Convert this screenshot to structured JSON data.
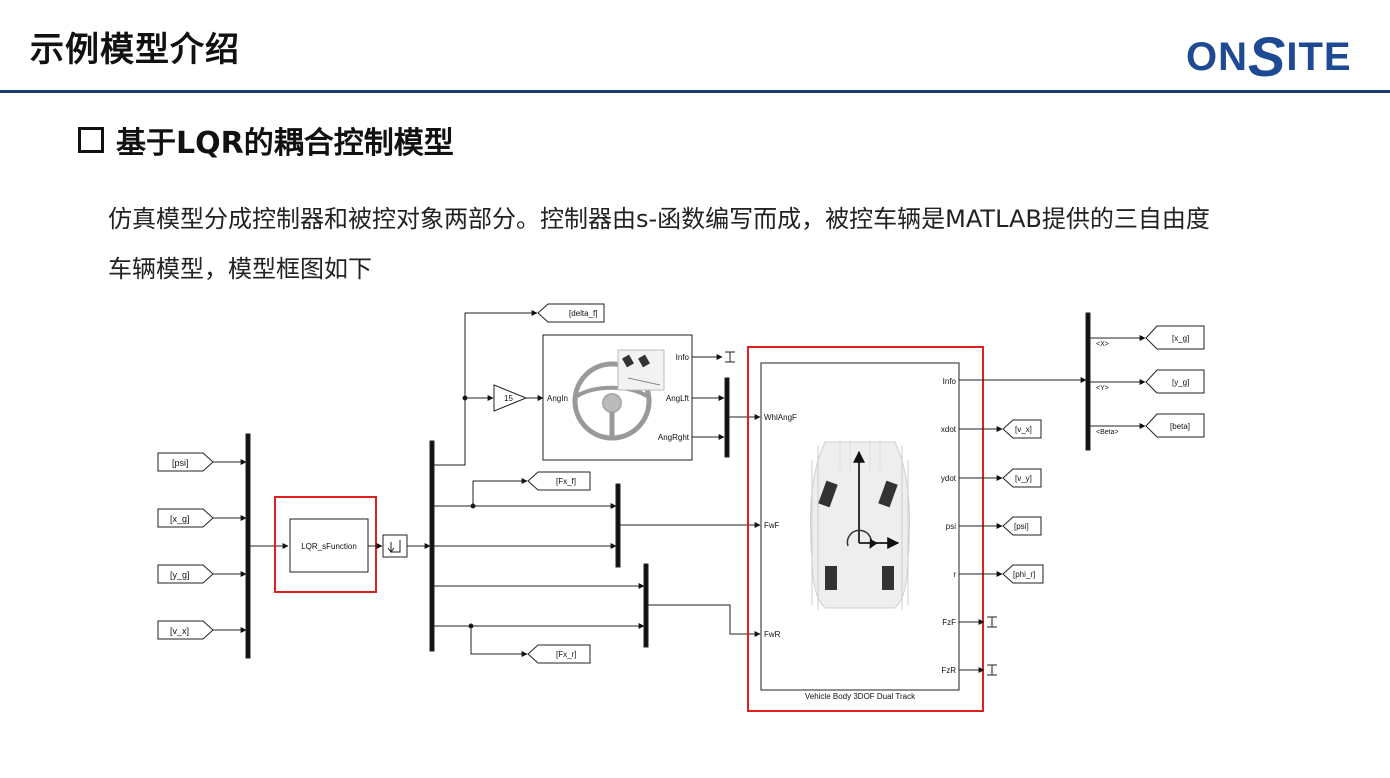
{
  "slide": {
    "title": "示例模型介绍",
    "logo": {
      "pre": "ON",
      "s": "S",
      "post": "ITE"
    },
    "subtitle": "基于LQR的耦合控制模型",
    "paragraph_line1": "仿真模型分成控制器和被控对象两部分。控制器由s-函数编写而成，被控车辆是MATLAB提供的三自由度",
    "paragraph_line2": "车辆模型，模型框图如下"
  },
  "diagram": {
    "inputs": [
      "[psi]",
      "[x_g]",
      "[y_g]",
      "[v_x]"
    ],
    "controller": "LQR_sFunction",
    "gain": "15",
    "goto_delta": "[delta_f]",
    "goto_fxf": "[Fx_f]",
    "goto_fxr": "[Fx_r]",
    "steering_ports": {
      "in": "AngIn",
      "info": "Info",
      "lft": "AngLft",
      "rght": "AngRght"
    },
    "vehicle_in_ports": [
      "WhlAngF",
      "FwF",
      "FwR"
    ],
    "vehicle_out_ports": [
      "Info",
      "xdot",
      "ydot",
      "psi",
      "r",
      "FzF",
      "FzR"
    ],
    "vehicle_caption": "Vehicle Body 3DOF Dual Track",
    "vehicle_outputs": [
      "[v_x]",
      "[v_y]",
      "[psi]",
      "[phi_r]"
    ],
    "bus_labels": [
      "<X>",
      "<Y>",
      "<Beta>"
    ],
    "bus_outputs": [
      "[x_g]",
      "[y_g]",
      "[beta]"
    ],
    "highlight_color": "#e02020",
    "accent_color": "#1e4a94"
  }
}
